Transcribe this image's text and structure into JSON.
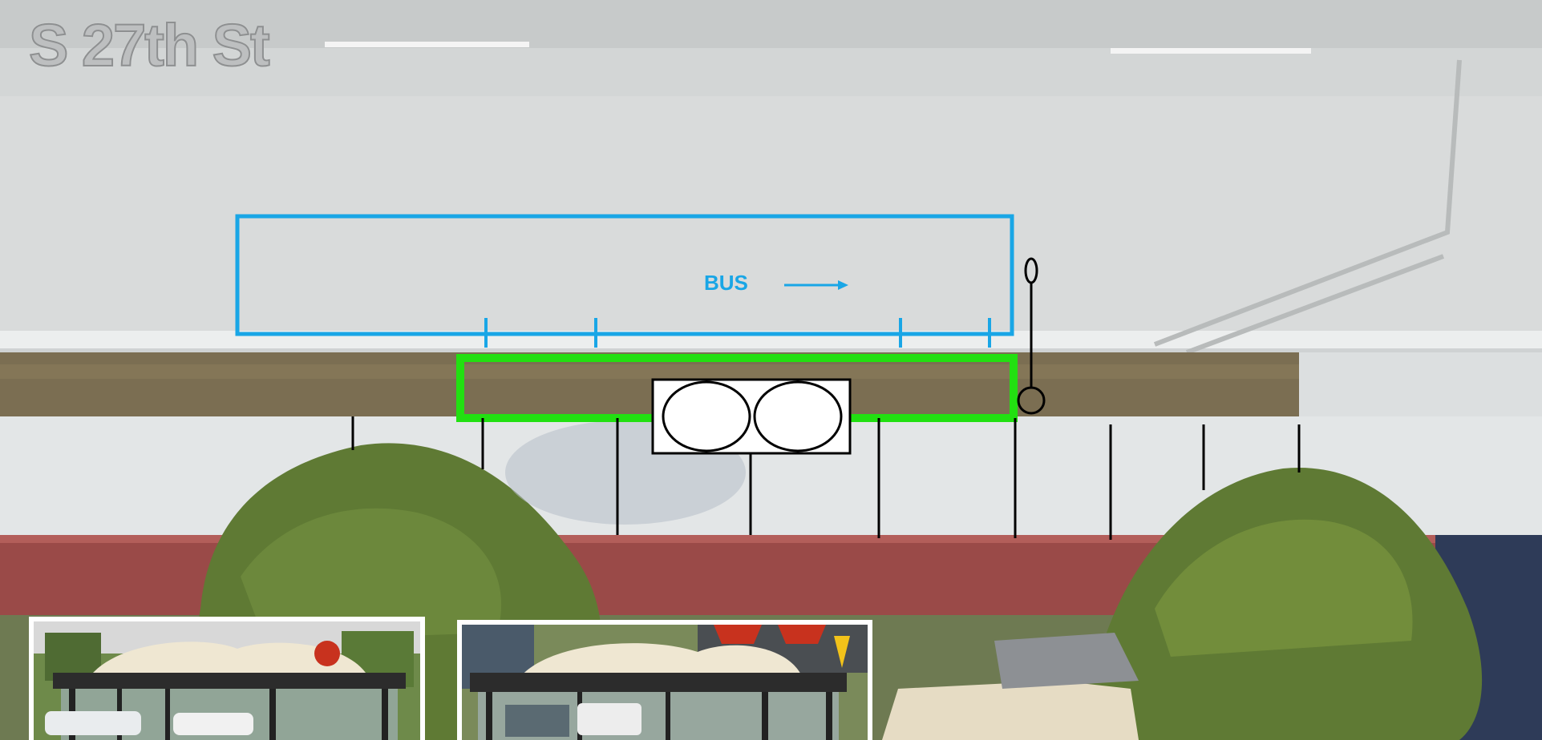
{
  "map": {
    "street_name": "S 27th St",
    "bus_zone_label": "BUS",
    "colors": {
      "bus_zone": "#19a6e6",
      "shelter_pad": "#22e011",
      "fixtures": "#000000",
      "road": "#d3d6d6",
      "planting_strip": "#7b6e52",
      "building_wall": "#9a4a48",
      "shrub": "#5f7a34"
    }
  },
  "photos": {
    "left": {
      "icon": "bus-shelter-photo"
    },
    "right": {
      "icon": "bus-shelter-photo"
    }
  }
}
